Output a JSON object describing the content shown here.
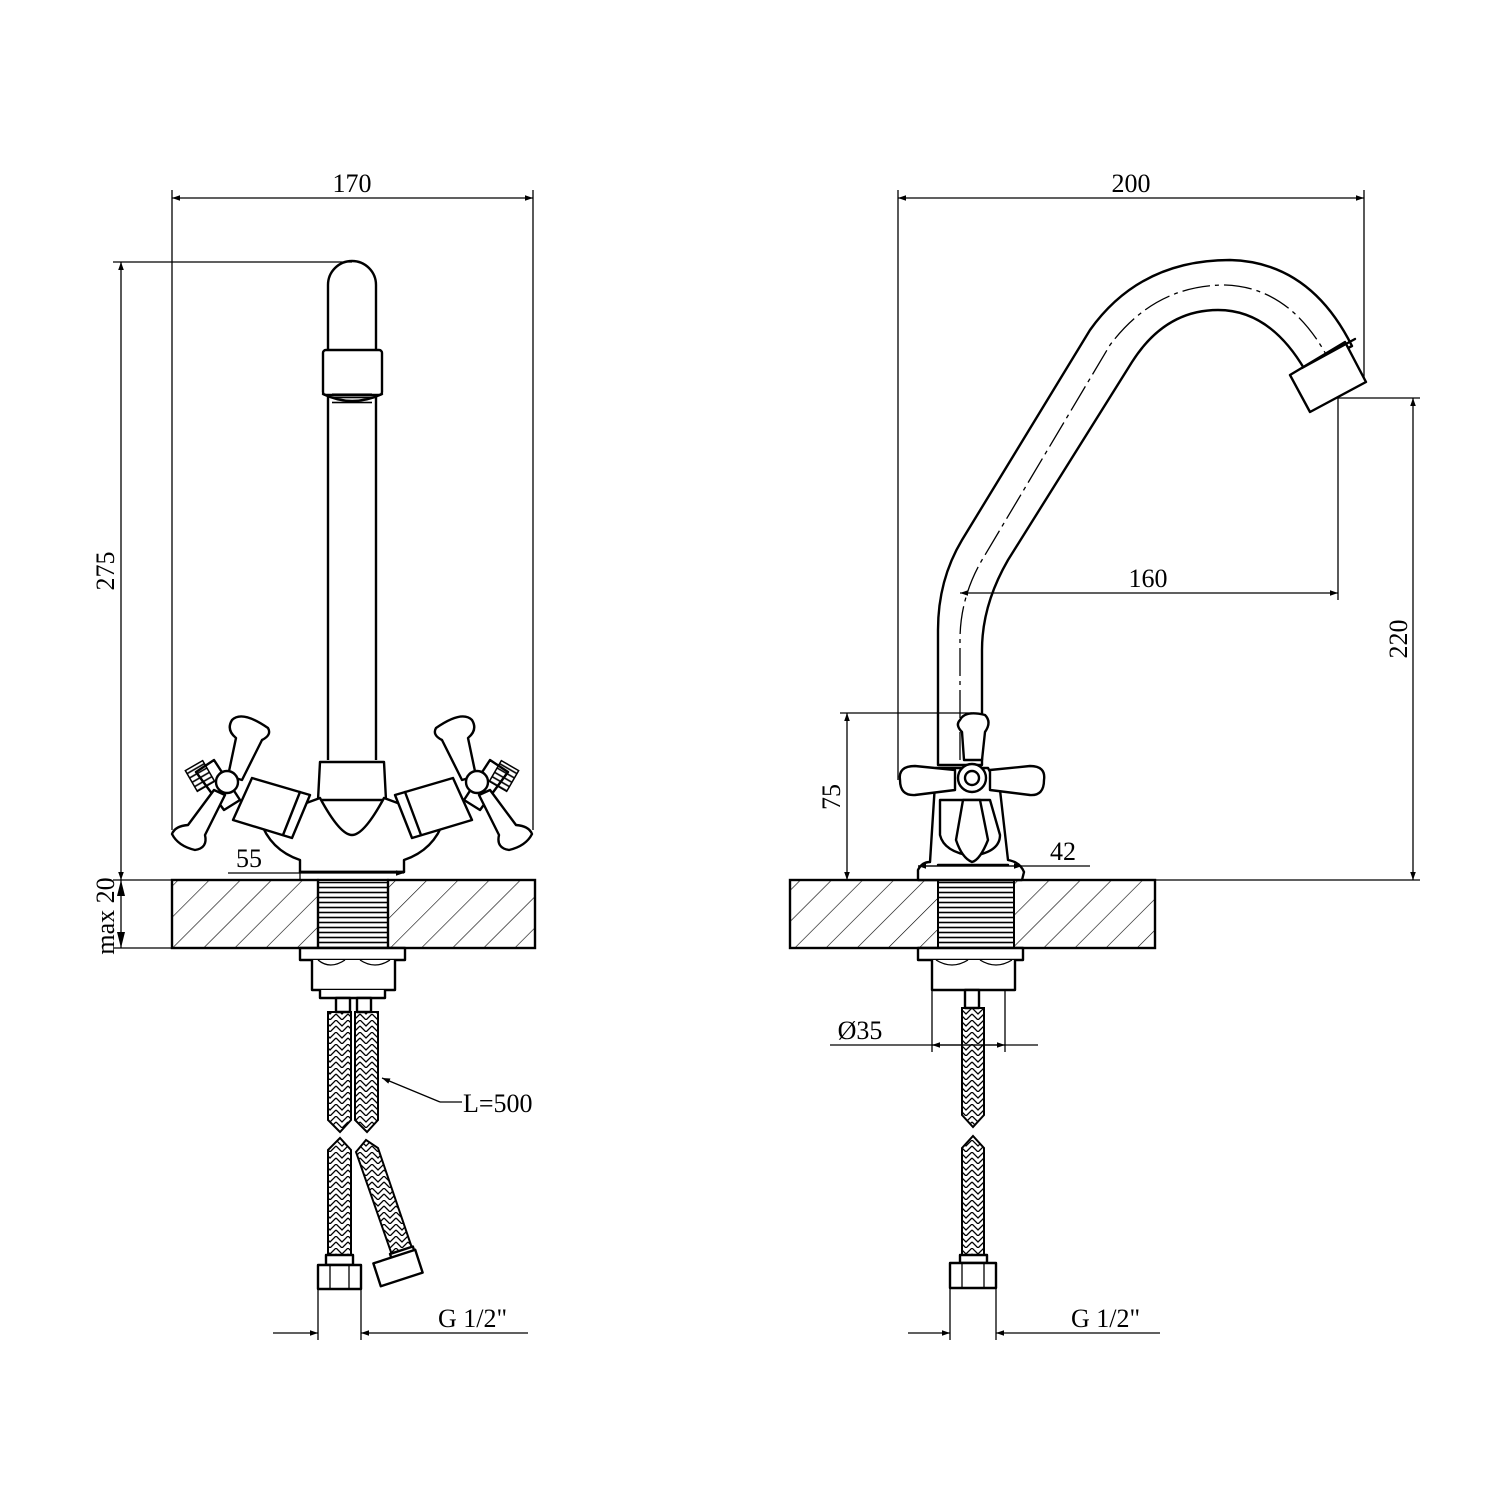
{
  "front_view": {
    "width_dim": "170",
    "height_dim": "275",
    "spacing_dim": "55",
    "deck_dim": "max 20",
    "hose_dim": "L=500",
    "thread_dim": "G 1/2\""
  },
  "side_view": {
    "reach_total_dim": "200",
    "reach_spout_dim": "160",
    "spout_height_dim": "220",
    "handle_height_dim": "75",
    "body_dim": "42",
    "shank_dim": "Ø35",
    "thread_dim": "G 1/2\""
  }
}
